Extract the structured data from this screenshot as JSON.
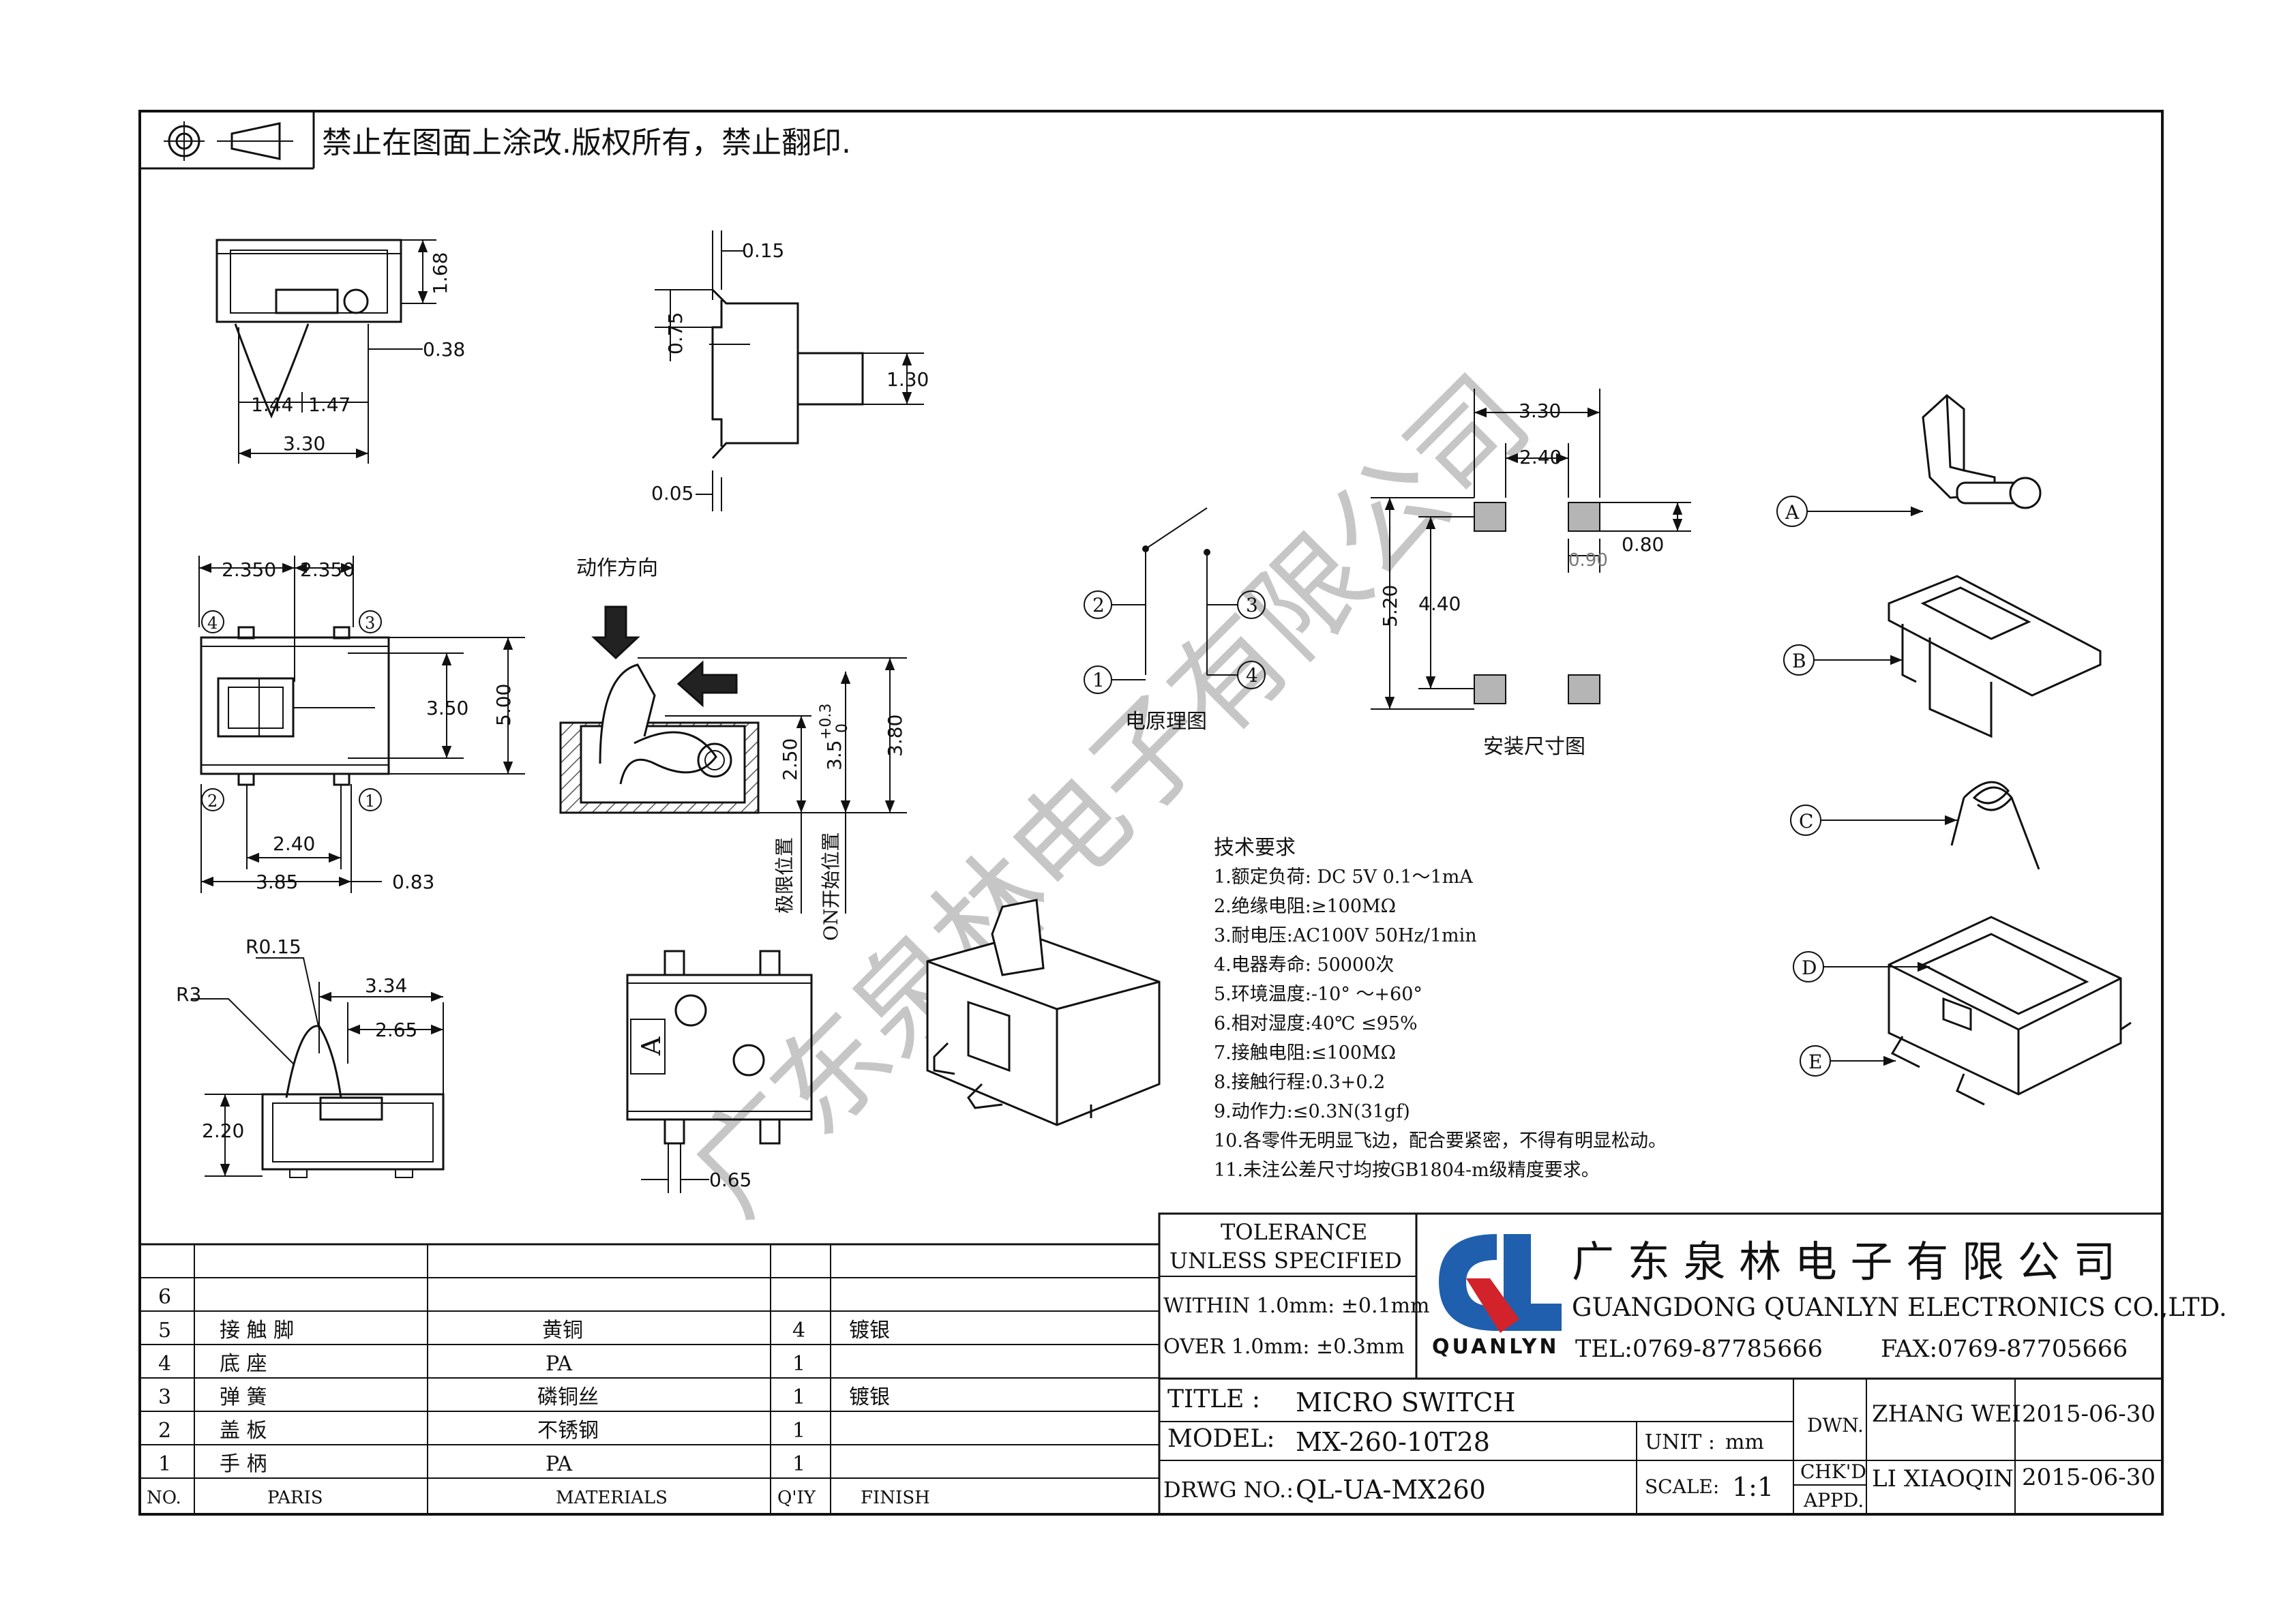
{
  "notice": "禁止在图面上涂改.版权所有，禁止翻印.",
  "watermark": "广东泉林电子有限公司",
  "dims": {
    "d168": "1.68",
    "d038": "0.38",
    "d144": "1.44",
    "d147": "1.47",
    "d330a": "3.30",
    "d015": "0.15",
    "d075": "0.75",
    "d130": "1.30",
    "d005": "0.05",
    "d2350a": "2.350",
    "d2350b": "2.350",
    "d350": "3.50",
    "d500": "5.00",
    "d240a": "2.40",
    "d385": "3.85",
    "d083": "0.83",
    "r015": "R0.15",
    "r3": "R3",
    "d334": "3.34",
    "d265": "2.65",
    "d220": "2.20",
    "d065": "0.65",
    "d250": "2.50",
    "d35": "3.5",
    "tolPlus": "+0.3",
    "tolMinus": "0",
    "d380": "3.80",
    "m330": "3.30",
    "m240": "2.40",
    "m090": "0.90",
    "m080": "0.80",
    "m520": "5.20",
    "m440": "4.40"
  },
  "labels": {
    "action_direction": "动作方向",
    "limit_position": "极限位置",
    "on_start_position": "ON开始位置",
    "schematic": "电原理图",
    "mount_dims": "安装尺寸图",
    "pin1": "1",
    "pin2": "2",
    "pin3": "3",
    "pin4": "4",
    "part_a": "A",
    "part_b": "B",
    "part_c": "C",
    "part_d": "D",
    "part_e": "E",
    "body_mark": "A"
  },
  "tech": {
    "title": "技术要求",
    "items": [
      "1.额定负荷: DC 5V  0.1～1mA",
      "2.绝缘电阻:≥100MΩ",
      "3.耐电压:AC100V 50Hz/1min",
      "4.电器寿命: 50000次",
      "5.环境温度:-10°  ～+60°",
      "6.相对湿度:40℃   ≤95%",
      "7.接触电阻:≤100MΩ",
      "8.接触行程:0.3+0.2",
      "9.动作力:≤0.3N(31gf)",
      "10.各零件无明显飞边，配合要紧密，不得有明显松动。",
      "11.未注公差尺寸均按GB1804-m级精度要求。"
    ]
  },
  "bom": {
    "rows": [
      {
        "no": "6",
        "part": "",
        "material": "",
        "qty": "",
        "finish": ""
      },
      {
        "no": "5",
        "part": "接 触 脚",
        "material": "黄铜",
        "qty": "4",
        "finish": "镀银"
      },
      {
        "no": "4",
        "part": "底    座",
        "material": "PA",
        "qty": "1",
        "finish": ""
      },
      {
        "no": "3",
        "part": "弹    簧",
        "material": "磷铜丝",
        "qty": "1",
        "finish": "镀银"
      },
      {
        "no": "2",
        "part": "盖    板",
        "material": "不锈钢",
        "qty": "1",
        "finish": ""
      },
      {
        "no": "1",
        "part": "手    柄",
        "material": "PA",
        "qty": "1",
        "finish": ""
      }
    ],
    "header": {
      "no": "NO.",
      "part": "PARIS",
      "material": "MATERIALS",
      "qty": "Q'IY",
      "finish": "FINISH"
    }
  },
  "titleblock": {
    "tol_title1": "TOLERANCE",
    "tol_title2": "UNLESS SPECIFIED",
    "tol_within": "WITHIN 1.0mm: ±0.1mm",
    "tol_over": "OVER 1.0mm:   ±0.3mm",
    "company_cn": "广 东 泉 林 电 子 有 限 公 司",
    "company_en": "GUANGDONG QUANLYN ELECTRONICS CO.,LTD.",
    "logo_text": "QUANLYN",
    "tel": "TEL:0769-87785666",
    "fax": "FAX:0769-87705666",
    "title_label": "TITLE :",
    "title_value": "MICRO SWITCH",
    "model_label": "MODEL:",
    "model_value": "MX-260-10T28",
    "drwg_label": "DRWG NO.:",
    "drwg_value": "QL-UA-MX260",
    "unit_label": "UNIT :",
    "unit_value": "mm",
    "scale_label": "SCALE:",
    "scale_value": "1:1",
    "dwn_label": "DWN.",
    "chkd_label": "CHK'D",
    "appd_label": "APPD.",
    "dwn_name": "ZHANG WEI",
    "dwn_date": "2015-06-30",
    "chk_name": "LI XIAOQIN",
    "chk_date": "2015-06-30"
  },
  "colors": {
    "logo_blue": "#1f5fae",
    "logo_red": "#d2232a",
    "watermark": "#bdbdbd"
  }
}
